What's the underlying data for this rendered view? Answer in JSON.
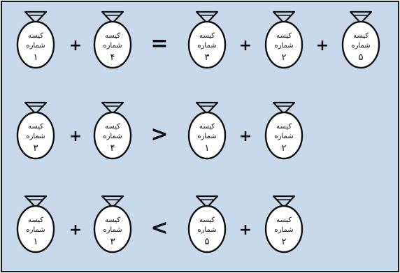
{
  "colors": {
    "background": "#c9d9ec",
    "border": "#1a1a1a",
    "ink": "#111111",
    "bag_fill": "#ffffff"
  },
  "bag_caption": [
    "کیسه",
    "شماره"
  ],
  "rows": [
    {
      "left": [
        "۱",
        "۴"
      ],
      "relation": "=",
      "right": [
        "۳",
        "۲",
        "۵"
      ],
      "plus": "+"
    },
    {
      "left": [
        "۳",
        "۴"
      ],
      "relation": ">",
      "right": [
        "۱",
        "۲"
      ],
      "plus": "+"
    },
    {
      "left": [
        "۱",
        "۳"
      ],
      "relation": "<",
      "right": [
        "۵",
        "۲"
      ],
      "plus": "+"
    }
  ]
}
